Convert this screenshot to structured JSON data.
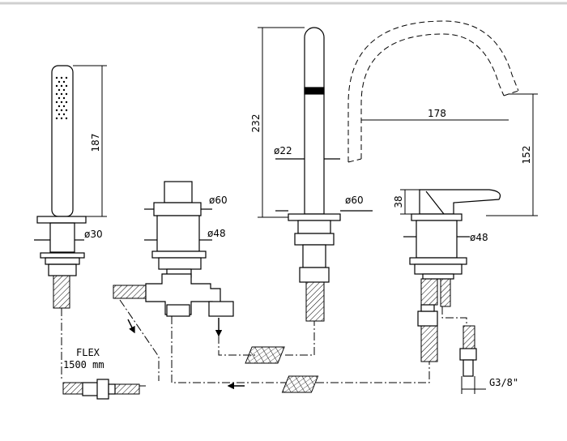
{
  "dimensions": {
    "hand_shower_height": "187",
    "hand_shower_dia": "ø30",
    "diverter_dia_top": "ø60",
    "diverter_dia_body": "ø48",
    "spout_height": "232",
    "spout_dia": "ø22",
    "spout_base_dia": "ø60",
    "spout_reach": "178",
    "spout_rise": "152",
    "mixer_height": "38",
    "mixer_dia": "ø48"
  },
  "labels": {
    "flex_title": "FLEX",
    "flex_length": "1500 mm",
    "thread": "G3/8\""
  },
  "colors": {
    "line": "#000000",
    "frame": "#d9d9d9"
  }
}
